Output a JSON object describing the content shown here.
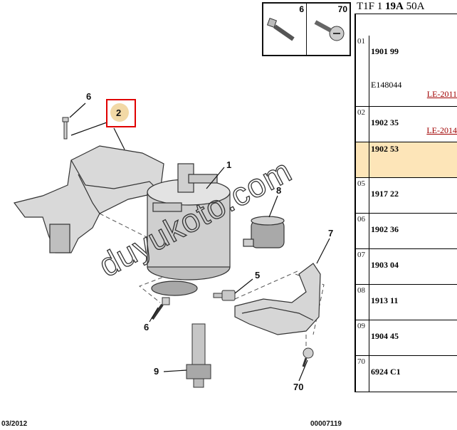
{
  "header": {
    "prefix": "T1F 1 ",
    "bold": "19A",
    "suffix": " 50A"
  },
  "thumbnails": [
    {
      "num": "6",
      "icon": "bolt-icon"
    },
    {
      "num": "70",
      "icon": "screw-icon"
    }
  ],
  "parts": [
    {
      "idx": "01",
      "ref": "1901 99",
      "sub": "E148044",
      "le": "LE-2011"
    },
    {
      "idx": "02",
      "ref": "1902 35",
      "le": "LE-2014"
    },
    {
      "idx": "",
      "ref": "1902 53",
      "highlight": true
    },
    {
      "idx": "05",
      "ref": "1917 22"
    },
    {
      "idx": "06",
      "ref": "1902 36"
    },
    {
      "idx": "07",
      "ref": "1903 04"
    },
    {
      "idx": "08",
      "ref": "1913 11"
    },
    {
      "idx": "09",
      "ref": "1904 45"
    },
    {
      "idx": "70",
      "ref": "6924 C1"
    }
  ],
  "callouts": {
    "c1": "1",
    "c2": "2",
    "c5": "5",
    "c6a": "6",
    "c6b": "6",
    "c7": "7",
    "c8": "8",
    "c9": "9",
    "c70": "70"
  },
  "footer": {
    "date": "03/2012",
    "code": "00007119"
  },
  "watermark": "duyukoto.com",
  "colors": {
    "highlight": "#fde5b8",
    "le_link": "#a00000",
    "callout_box": "#e00000",
    "callout_circle": "#f2d9a6"
  }
}
